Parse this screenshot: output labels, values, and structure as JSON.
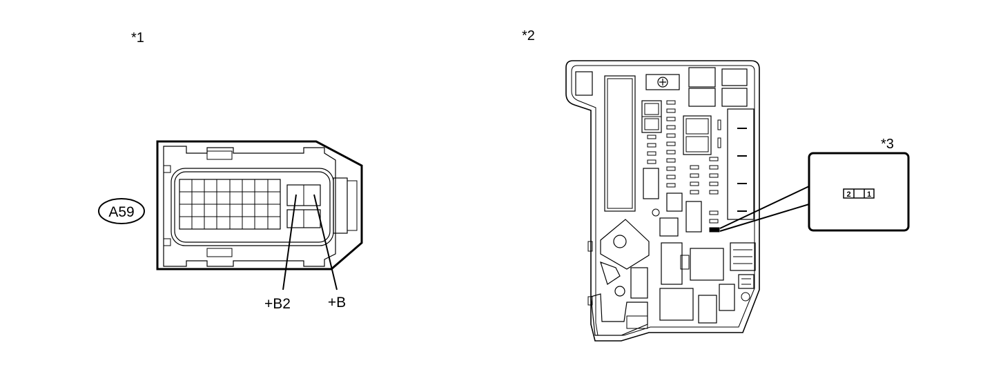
{
  "figure_markers": {
    "left": "*1",
    "right": "*2",
    "inset": "*3"
  },
  "connector": {
    "code": "A59",
    "terminals": [
      "+B2",
      "+B"
    ]
  },
  "inset_pins": [
    "2",
    "1"
  ]
}
